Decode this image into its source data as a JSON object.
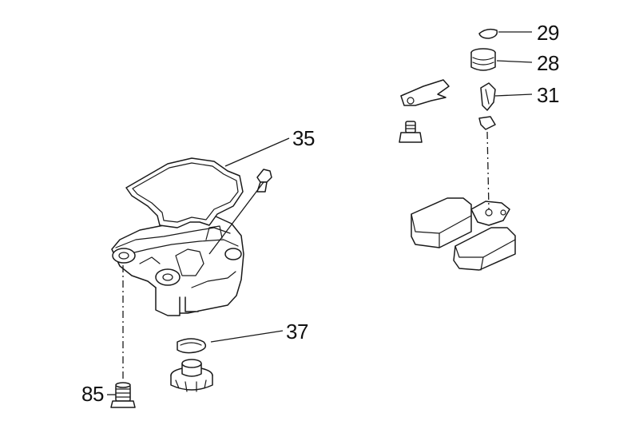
{
  "diagram": {
    "callouts": {
      "c29": "29",
      "c28": "28",
      "c31": "31",
      "c35": "35",
      "c37": "37",
      "c85": "85"
    },
    "colors": {
      "ink": "#1a1a1a",
      "background": "#ffffff"
    }
  }
}
